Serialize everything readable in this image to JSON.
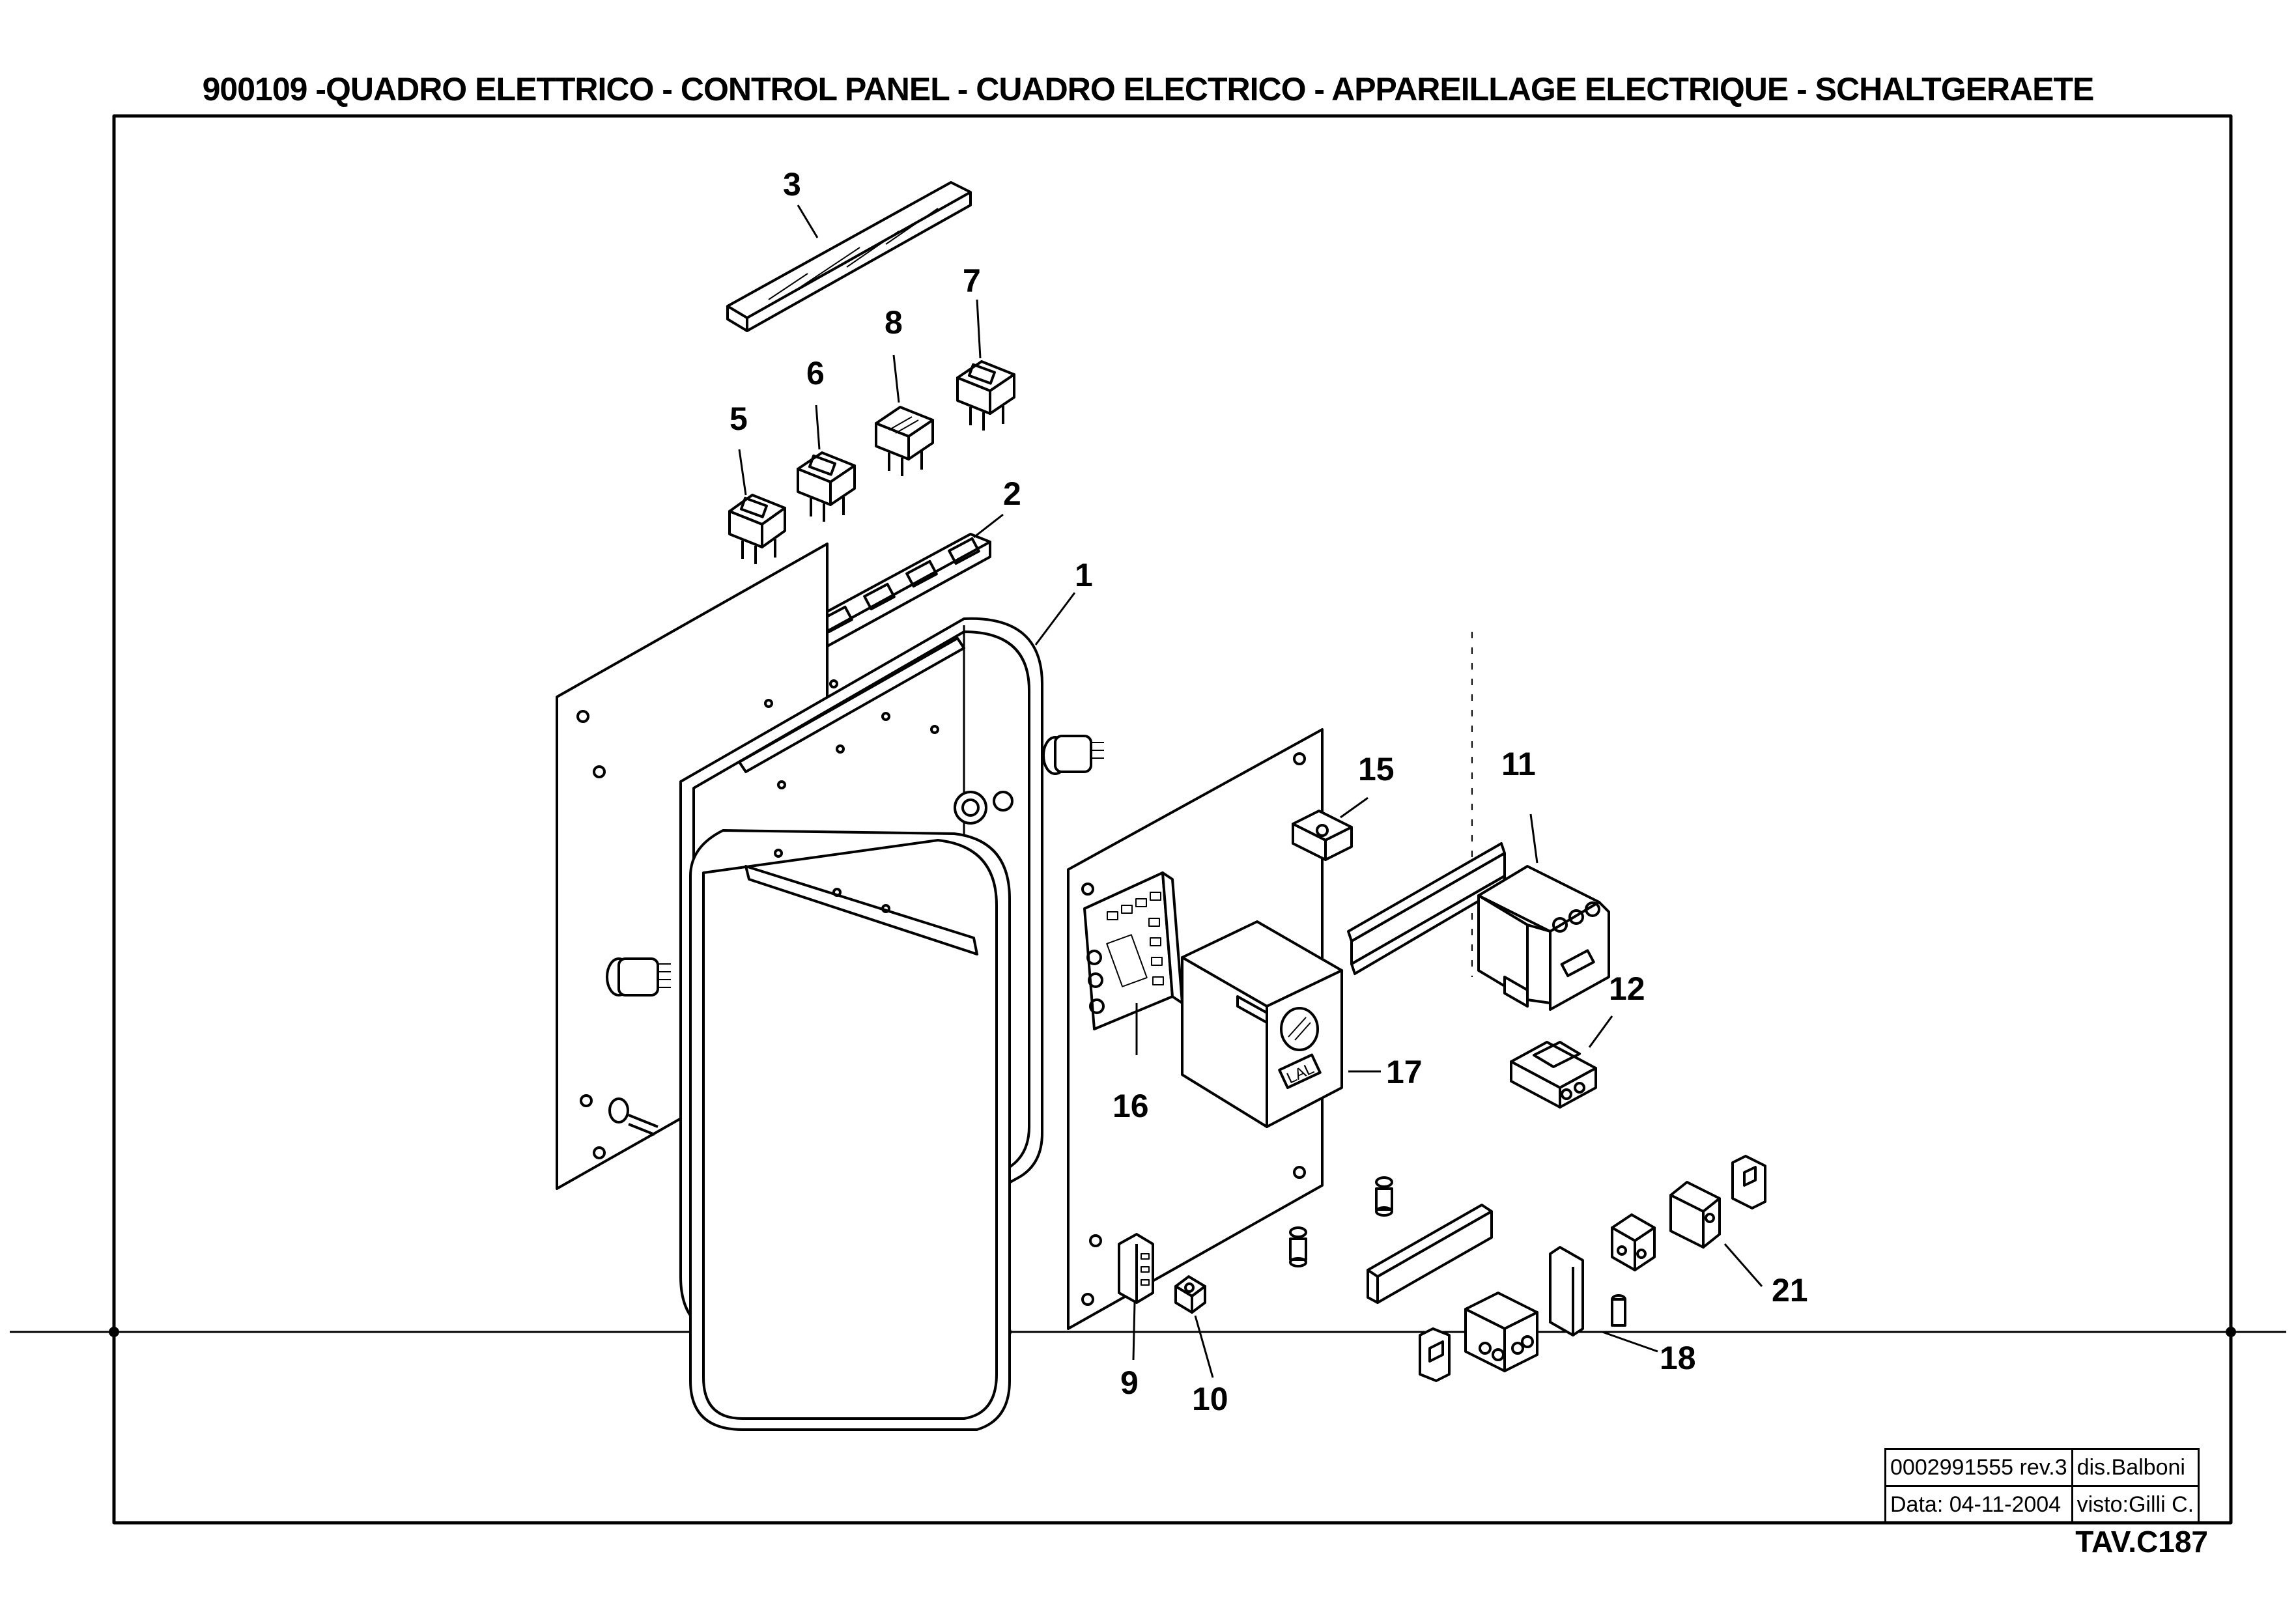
{
  "title": "900109 -QUADRO ELETTRICO - CONTROL PANEL - CUADRO ELECTRICO - APPAREILLAGE ELECTRIQUE - SCHALTGERAETE",
  "part_labels": {
    "p1": "1",
    "p2": "2",
    "p3": "3",
    "p5": "5",
    "p6": "6",
    "p7": "7",
    "p8": "8",
    "p9": "9",
    "p10": "10",
    "p11": "11",
    "p12": "12",
    "p15": "15",
    "p16": "16",
    "p17": "17",
    "p18": "18",
    "p21": "21"
  },
  "relay_marking": "LAL",
  "title_block": {
    "drawing_number": "0002991555 rev.3",
    "drawn_by": "dis.Balboni",
    "date": "Data:  04-11-2004",
    "checked_by": "visto:Gilli C."
  },
  "sheet_code": "TAV.C187"
}
